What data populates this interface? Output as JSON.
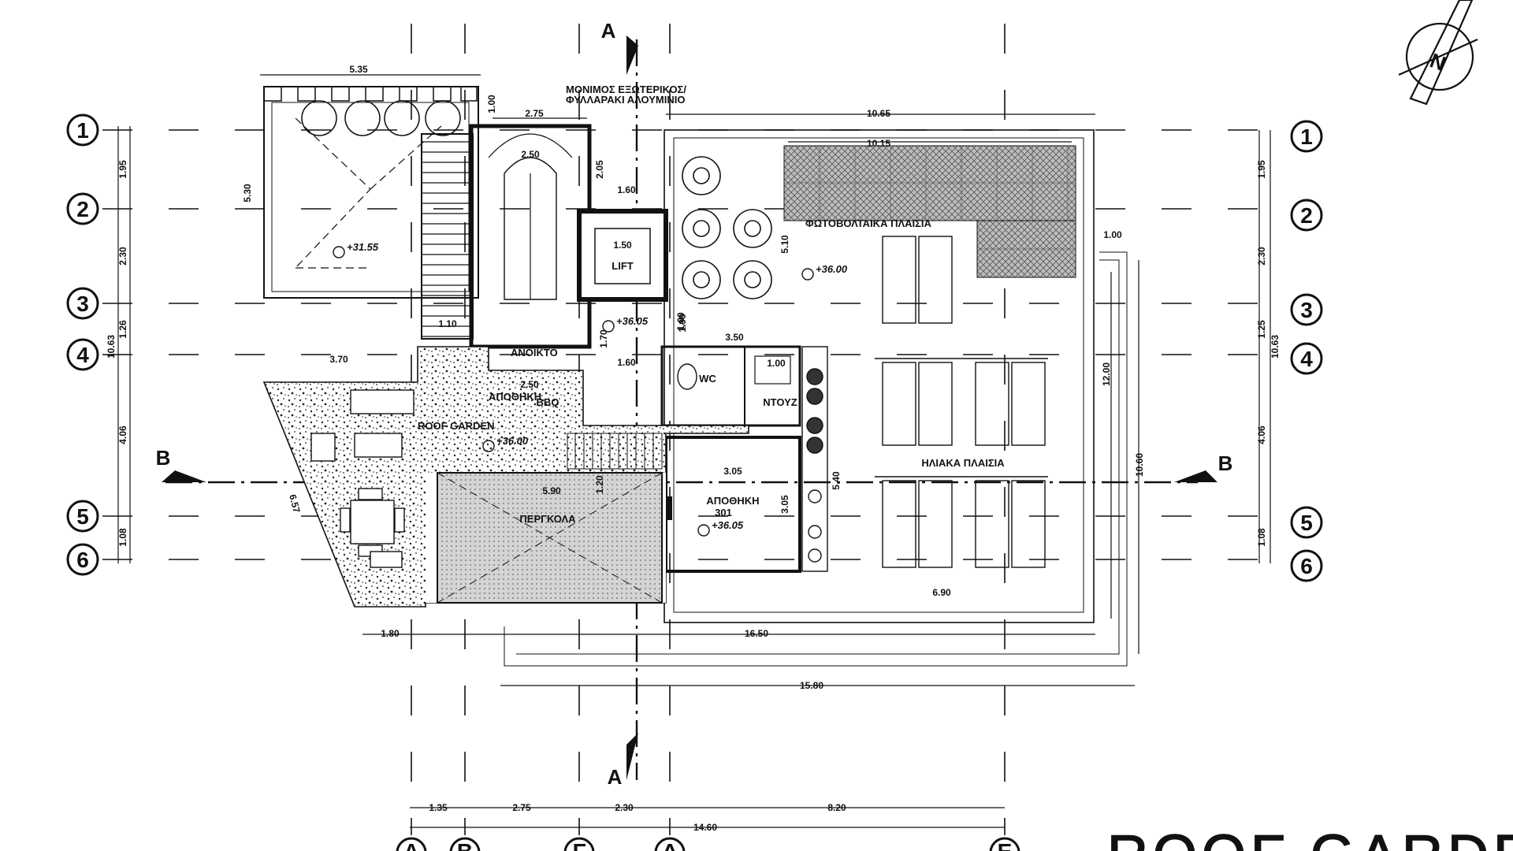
{
  "plan_title": "ROOF GARDEN",
  "north_label": "N",
  "section_markers": {
    "a_top": "A",
    "a_bottom": "A",
    "b_left": "B",
    "b_right": "B"
  },
  "grid_rows": [
    "1",
    "2",
    "3",
    "4",
    "5",
    "6"
  ],
  "grid_cols": [
    "A",
    "B",
    "Γ",
    "Δ",
    "E"
  ],
  "left_row_dims": [
    "1.95",
    "2.30",
    "1.26",
    "4.06",
    "1.08"
  ],
  "left_total_dim": "10.63",
  "right_row_dims": [
    "1.95",
    "2.30",
    "1.25",
    "4.06",
    "1.08"
  ],
  "right_total_dim": "10.63",
  "bottom_col_dims": [
    "1.35",
    "2.75",
    "2.30",
    "8.20"
  ],
  "bottom_total_dim": "14.60",
  "dims": {
    "top_left": "5.35",
    "top_right": "10.65",
    "inner_top": "10.15",
    "stair_w": "2.75",
    "stair_inner": "2.50",
    "left_h": "5.30",
    "small_top": "1.00",
    "stair_h": "2.05",
    "lift_gap": "1.60",
    "lift_w": "1.50",
    "pv_h": "5.10",
    "right_step": "1.00",
    "right_h": "12.00",
    "right_h2": "10.60",
    "wc_w": "3.50",
    "wc_h": "1.00",
    "gap1": "1.10",
    "gap2": "1.70",
    "gap3": "1.60",
    "left_balcony": "3.70",
    "bbq_w": "2.50",
    "storage_w": "3.05",
    "storage_h": "3.05",
    "mid_h": "5.40",
    "diag": "6.57",
    "panel_w": "6.90",
    "pergola_w": "5.90",
    "bottom_1": "1.80",
    "bottom_2": "16.50",
    "bottom_3": "15.80",
    "small_v": "1.20",
    "door_w": "1.00",
    "wc_door": "1.90"
  },
  "labels": {
    "fixed_finish": "ΜΟΝΙΜΟΣ ΕΞΩΤΕΡΙΚΟΣ/",
    "fixed_finish2": "ΦΥΛΛΑΡΑΚΙ ΑΛΟΥΜΙΝΙΟ",
    "pv_panels": "ΦΩΤΟΒΟΛΤΑΙΚΑ ΠΛΑΙΣΙΑ",
    "solar_panels": "ΗΛΙΑΚΑ ΠΛΑΙΣΙΑ",
    "storage": "ΑΠΟΘΗΚΗ",
    "storage_no": "301",
    "lift": "LIFT",
    "wc": "WC",
    "bbq": "BBQ",
    "roof_garden_area": "ROOF GARDEN",
    "pergola": "ΠΕΡΓΚΟΛΑ",
    "area": "ΑΝΟΙΚΤΟ",
    "shower": "ΝΤΟΥΖ",
    "storage_small": "ΑΠΟΘΗΚΗ"
  },
  "levels": {
    "lvl_left": "+31.55",
    "lvl_stair": "+36.05",
    "lvl_pv": "+36.00",
    "lvl_garden": "+36.00",
    "lvl_storage": "+36.05"
  },
  "colors": {
    "ink": "#111111",
    "hatch": "#2a2a2a",
    "pergola_fill": "#b8b8b8"
  }
}
